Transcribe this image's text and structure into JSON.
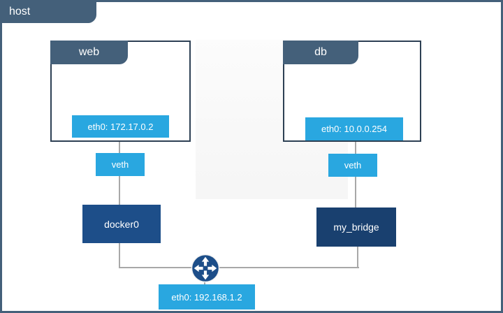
{
  "host": {
    "label": "host",
    "interface_label": "eth0: 192.168.1.2"
  },
  "containers": [
    {
      "name": "web",
      "interface": "eth0: 172.17.0.2",
      "veth_label": "veth",
      "bridge": "docker0"
    },
    {
      "name": "db",
      "interface": "eth0: 10.0.0.254",
      "veth_label": "veth",
      "bridge": "my_bridge"
    }
  ],
  "icons": {
    "router": "four-way-arrows-router-icon"
  },
  "colors": {
    "slate": "#44607a",
    "container_border": "#2d4054",
    "light_blue": "#29a7e0",
    "navy": "#1d4e89",
    "navy_dark": "#19406f",
    "line": "#a8a8a8"
  }
}
